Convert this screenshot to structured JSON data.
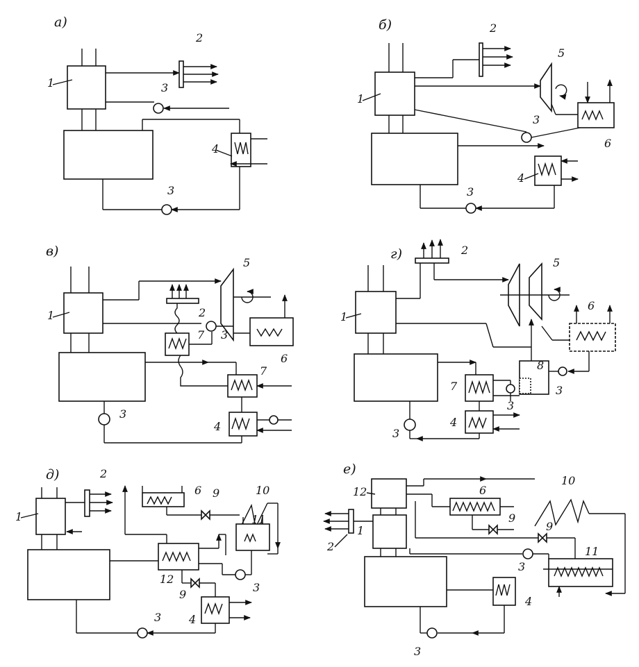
{
  "panels": [
    {
      "id": "a",
      "label": "а)"
    },
    {
      "id": "b",
      "label": "б)"
    },
    {
      "id": "v",
      "label": "в)"
    },
    {
      "id": "g",
      "label": "г)"
    },
    {
      "id": "d",
      "label": "д)"
    },
    {
      "id": "e",
      "label": "е)"
    }
  ],
  "labels": {
    "n1": "1",
    "n2": "2",
    "n3": "3",
    "n4": "4",
    "n5": "5",
    "n6": "6",
    "n7": "7",
    "n8": "8",
    "n9": "9",
    "n10": "10",
    "n11": "11",
    "n12": "12"
  }
}
